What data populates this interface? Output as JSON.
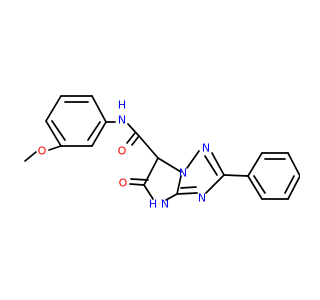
{
  "molecule": {
    "atom_labels": {
      "methoxy_o": "O",
      "amide_h": "H",
      "amide_n": "N",
      "amide_o": "O",
      "ring_o": "O",
      "ring_nh_n": "N",
      "ring_nh_h": "H",
      "triazole_n1": "N",
      "triazole_n2": "N",
      "triazole_n4": "N"
    },
    "colors": {
      "bond": "#000000",
      "oxygen": "#ff0000",
      "nitrogen": "#0000ff"
    }
  }
}
